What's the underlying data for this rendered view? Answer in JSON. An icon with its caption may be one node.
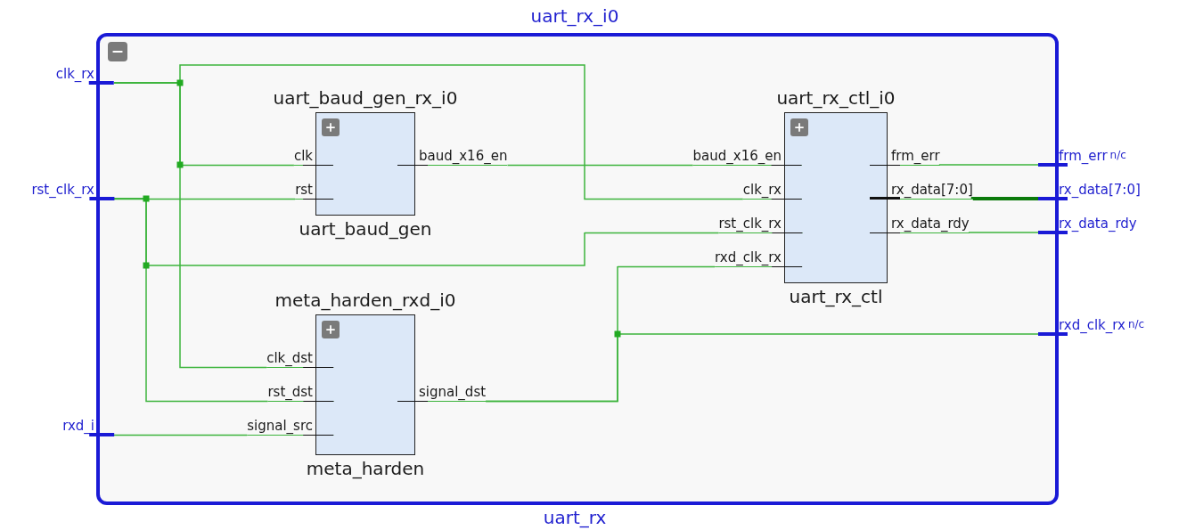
{
  "diagram": {
    "nodes": [
      {
        "text": [
          "uart_rx_i0",
          "uart_rx"
        ]
      },
      {
        "text": [
          "clk_rx"
        ]
      },
      {
        "text": [
          "rst_clk_rx"
        ]
      },
      {
        "text": [
          "rxd_i"
        ]
      },
      {
        "text": [
          "frm_err"
        ]
      },
      {
        "text": [
          "rx_data[7:0]"
        ]
      },
      {
        "text": [
          "rx_data_rdy"
        ]
      },
      {
        "text": [
          "rxd_clk_rx"
        ]
      },
      {
        "text": [
          "uart_baud_gen_rx_i0",
          "uart_baud_gen"
        ],
        "in": 0
      },
      {
        "text": [
          "clk"
        ],
        "in": 8
      },
      {
        "text": [
          "rst"
        ],
        "in": 8
      },
      {
        "text": [
          "baud_x16_en"
        ],
        "in": 0
      },
      {
        "text": [
          "meta_harden_rxd_i0",
          "meta_harden"
        ],
        "in": 0
      },
      {
        "text": [
          "clk_dst"
        ],
        "in": 12
      },
      {
        "text": [
          "rst_dst"
        ],
        "in": 12
      },
      {
        "text": [
          "signal_src"
        ],
        "in": 12
      },
      {
        "text": [
          "signal_dst"
        ],
        "in": 12
      },
      {
        "text": [
          "uart_rx_ctl_i0",
          "uart_rx_ctl"
        ],
        "in": 0
      },
      {
        "text": [
          "baud_x16_en"
        ],
        "in": 0
      },
      {
        "text": [
          "clk_rx"
        ],
        "in": 0
      },
      {
        "text": [
          "rst_clk_rx"
        ],
        "in": 0
      },
      {
        "text": [
          "rxd_clk_rx"
        ],
        "in": 0
      },
      {
        "text": [
          "frm_err"
        ],
        "in": 0
      },
      {
        "text": [
          "rx_data[7:0]"
        ],
        "in": 0
      },
      {
        "text": [
          "rx_data_rdy"
        ],
        "in": 0
      }
    ],
    "labels": [
      "n/c",
      "n/c"
    ],
    "edges": [
      {
        "from": 1,
        "to": 9,
        "arrow": "none"
      },
      {
        "from": 1,
        "to": 13,
        "arrow": "none"
      },
      {
        "from": 1,
        "to": 19,
        "arrow": "none"
      },
      {
        "from": 2,
        "to": 10,
        "arrow": "none"
      },
      {
        "from": 2,
        "to": 14,
        "arrow": "none"
      },
      {
        "from": 2,
        "to": 20,
        "arrow": "none"
      },
      {
        "from": 3,
        "to": 15,
        "arrow": "none"
      },
      {
        "from": 11,
        "to": 18,
        "arrow": "none"
      },
      {
        "from": 16,
        "to": 21,
        "arrow": "none"
      },
      {
        "from": 16,
        "to": 7,
        "arrow": "none"
      },
      {
        "from": 22,
        "to": 4,
        "arrow": "none"
      },
      {
        "from": 23,
        "to": 5,
        "arrow": "none",
        "style": "thick",
        "color": "#0b7a0b"
      },
      {
        "from": 24,
        "to": 6,
        "arrow": "none"
      }
    ]
  }
}
